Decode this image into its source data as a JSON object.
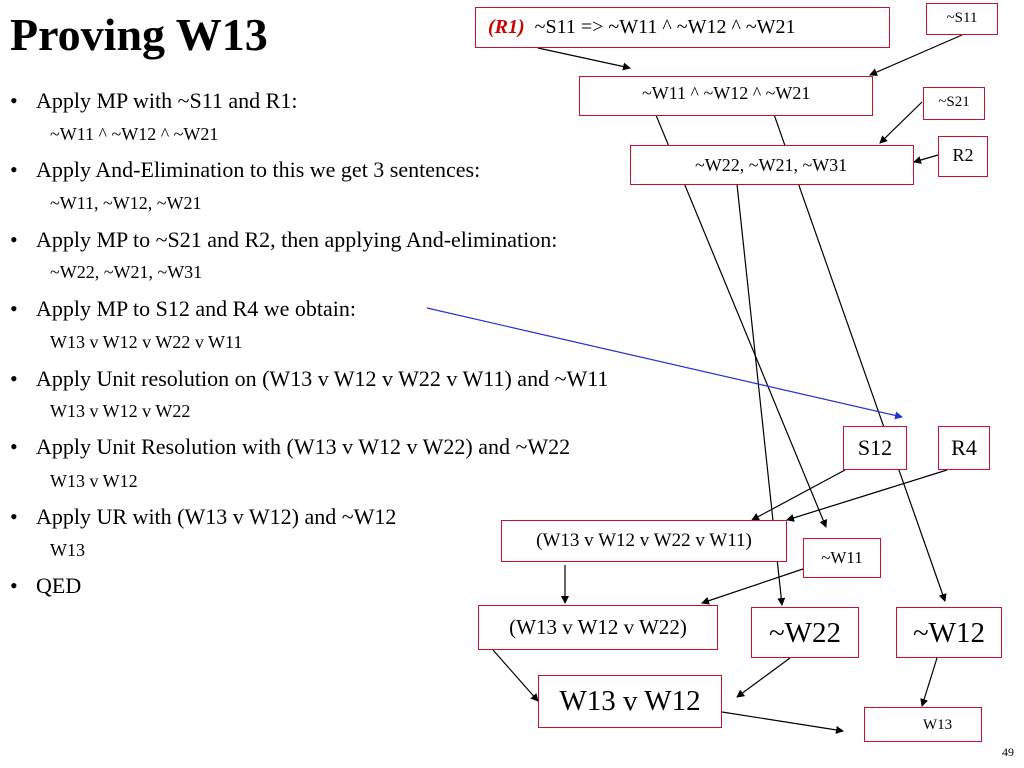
{
  "slide": {
    "title": "Proving W13",
    "page_number": "49"
  },
  "bullets": [
    {
      "text": "Apply MP with ~S11  and  R1:",
      "result": "~W11 ^ ~W12 ^ ~W21"
    },
    {
      "text": "Apply And-Elimination to this we get 3 sentences:",
      "result": "~W11, ~W12, ~W21"
    },
    {
      "text": "Apply MP to ~S21 and  R2, then applying And-elimination:",
      "result": "~W22, ~W21, ~W31"
    },
    {
      "text": "Apply MP to S12 and  R4 we obtain:",
      "result": "W13 v W12 v W22 v W11"
    },
    {
      "text": "Apply Unit resolution on  (W13 v W12 v W22 v W11) and ~W11",
      "result": "W13 v W12 v W22"
    },
    {
      "text": "Apply Unit Resolution with (W13 v W12 v W22) and ~W22",
      "result": "W13 v W12"
    },
    {
      "text": "Apply UR with (W13 v W12) and ~W12",
      "result": "W13"
    },
    {
      "text": "QED",
      "result": ""
    }
  ],
  "bullet_mark": "•",
  "diagram": {
    "r1_label": "(R1)",
    "r1_rule": "~S11 => ~W11 ^ ~W12 ^ ~W21",
    "s11": "~S11",
    "w_conj": "~W11 ^ ~W12 ^ ~W21",
    "s21": "~S21",
    "r2": "R2",
    "w_list": "~W22, ~W21, ~W31",
    "s12": "S12",
    "r4": "R4",
    "clause4": "(W13 v W12 v W22 v W11)",
    "not_w11": "~W11",
    "clause3": "(W13 v W12 v W22)",
    "not_w22": "~W22",
    "not_w12": "~W12",
    "clause2": "W13 v W12",
    "w13": "W13"
  },
  "colors": {
    "box_border": "#c8102e",
    "r1_label": "#cc0000",
    "blue_arrow": "#2233cc",
    "arrow": "#000000"
  }
}
